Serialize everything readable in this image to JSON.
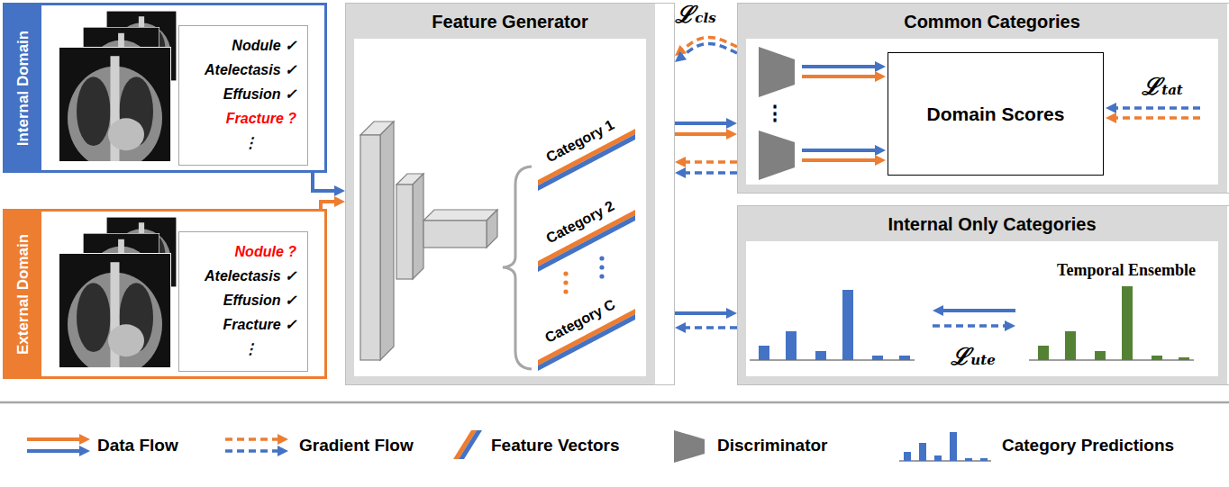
{
  "diagram": {
    "nodes": [
      {
        "text": [
          "Internal Domain"
        ]
      },
      {
        "text": [
          "Nodule ✓",
          "Atelectasis ✓",
          "Effusion ✓",
          "Fracture ?",
          "⋮"
        ],
        "in": 0
      },
      {
        "text": [
          "External Domain"
        ]
      },
      {
        "text": [
          "Nodule ?",
          "Atelectasis ✓",
          "Effusion ✓",
          "Fracture ✓",
          "⋮"
        ],
        "in": 2
      },
      {
        "text": [
          "Feature Generator"
        ]
      },
      {
        "text": [
          "Common Categories"
        ]
      },
      {
        "text": [
          "Domain Scores"
        ],
        "in": 5
      },
      {
        "text": [
          "Internal Only Categories"
        ]
      }
    ],
    "edges": [
      {
        "from": 0,
        "to": 4,
        "arrow": "to"
      },
      {
        "from": 2,
        "to": 4,
        "arrow": "to"
      },
      {
        "from": 4,
        "to": 5,
        "arrow": "to"
      },
      {
        "from": 5,
        "to": 4,
        "arrow": "to"
      },
      {
        "from": 5,
        "to": 4,
        "arrow": "to",
        "label": "ℒcls"
      },
      {
        "from": 4,
        "to": 7,
        "arrow": "to"
      },
      {
        "from": 7,
        "to": 4,
        "arrow": "to"
      }
    ],
    "labels": [
      "Category 1",
      "Category 2",
      "Category C",
      "⋮",
      "ℒtat",
      "Temporal Ensemble",
      "ℒute"
    ],
    "legend": [
      {
        "text": "Data Flow"
      },
      {
        "text": "Gradient Flow"
      },
      {
        "text": "Feature Vectors"
      },
      {
        "text": "Discriminator"
      },
      {
        "text": "Category Predictions"
      }
    ]
  }
}
